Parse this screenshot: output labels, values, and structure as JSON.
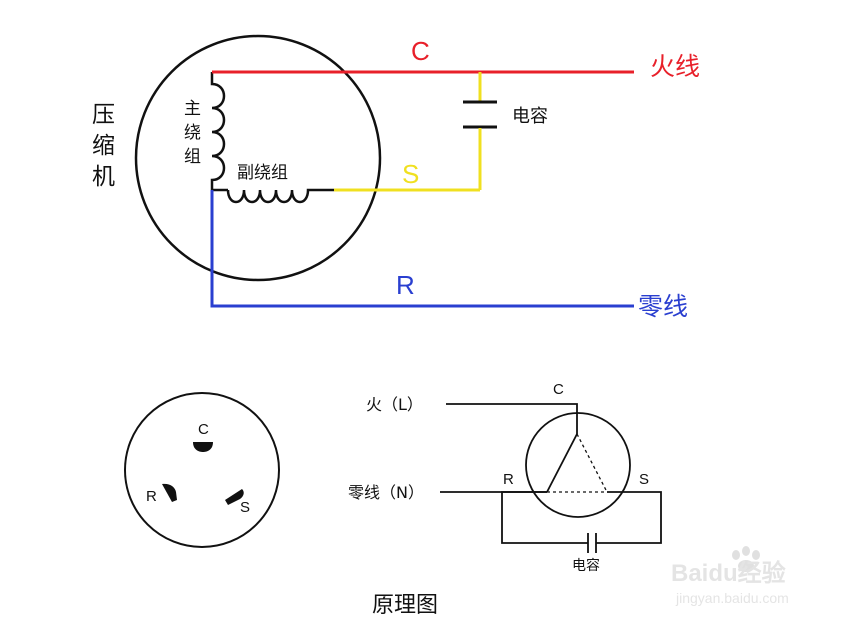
{
  "top_diagram": {
    "compressor_label": [
      "压",
      "缩",
      "机"
    ],
    "main_winding_label": [
      "主",
      "绕",
      "组"
    ],
    "aux_winding_label": "副绕组",
    "capacitor_label": "电容",
    "terminal_c": "C",
    "terminal_s": "S",
    "terminal_r": "R",
    "live_wire_label": "火线",
    "neutral_wire_label": "零线"
  },
  "socket_diagram": {
    "pin_c": "C",
    "pin_r": "R",
    "pin_s": "S"
  },
  "schematic": {
    "live_label": "火（L）",
    "neutral_label": "零线（N）",
    "terminal_c": "C",
    "terminal_r": "R",
    "terminal_s": "S",
    "capacitor_label": "电容",
    "caption": "原理图"
  },
  "watermark": {
    "brand": "Baidu经验",
    "url": "jingyan.baidu.com"
  },
  "colors": {
    "live": "#e8202a",
    "start": "#f0e020",
    "neutral": "#2a3fd0",
    "ink": "#111111"
  }
}
